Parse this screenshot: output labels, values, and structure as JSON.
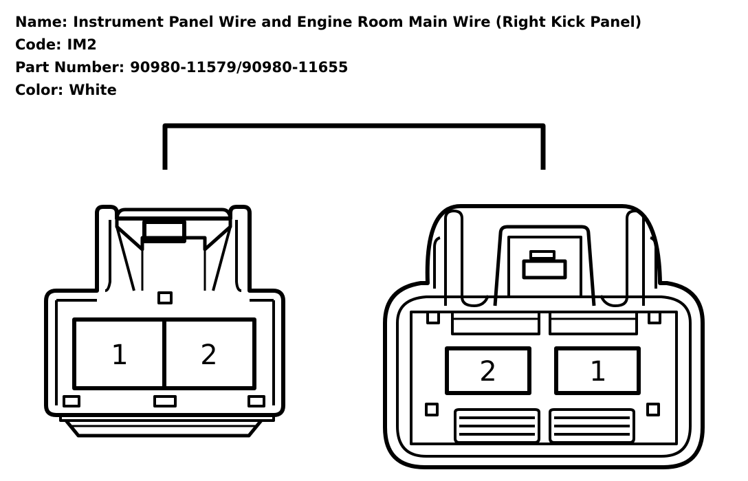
{
  "info": {
    "name_label": "Name:",
    "name_value": "Instrument Panel Wire and Engine Room Main Wire (Right Kick Panel)",
    "code_label": "Code:",
    "code_value": "IM2",
    "part_label": "Part Number:",
    "part_value": "90980-11579/90980-11655",
    "color_label": "Color:",
    "color_value": "White"
  },
  "connectors": {
    "left": {
      "pins": [
        "1",
        "2"
      ]
    },
    "right": {
      "pins": [
        "2",
        "1"
      ]
    }
  },
  "colors": {
    "line": "#000000",
    "background": "#ffffff"
  }
}
